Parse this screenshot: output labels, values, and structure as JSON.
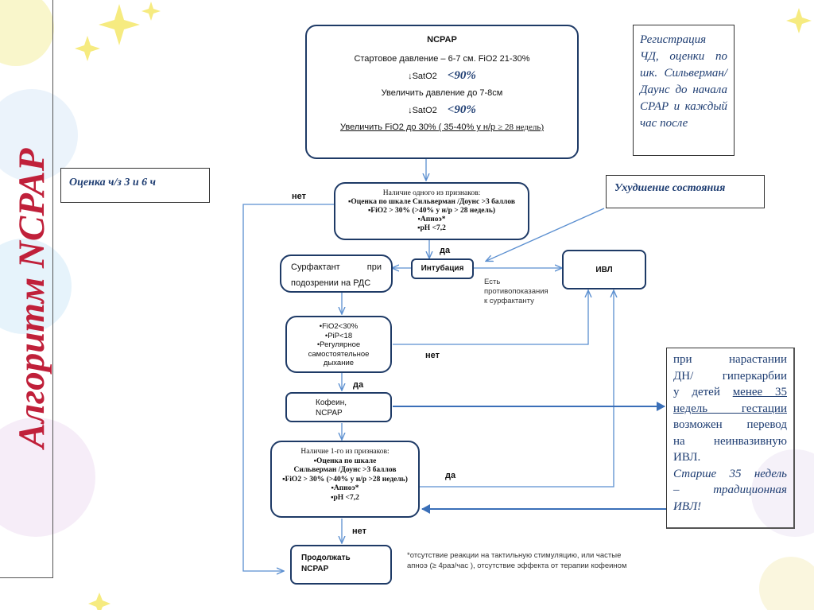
{
  "title": "Алгоритм NCPAP",
  "colors": {
    "title": "#c0203a",
    "box_border": "#1e3a66",
    "arrow": "#5b8fd0",
    "italic_text": "#1e3d72"
  },
  "assessment": "Оценка ч/з 3 и 6 ч",
  "registration": "Регистрация ЧД, оценки по шк. Сильверман/Даунс до начала СРАР и каждый час после",
  "ncpap_box": {
    "title": "NCPAP",
    "start": "Стартовое давление – 6-7 см. FiO2 21-30%",
    "sat1": "↓SatO2",
    "sat1_val": "<90%",
    "increase_pressure": "Увеличить давление до 7-8см",
    "sat2": "↓SatO2",
    "sat2_val": "<90%",
    "increase_fio2_a": "Увеличить FiO2 до 30% ( 35-40% у н/р ",
    "increase_fio2_b": "≥ 28 недель)"
  },
  "signs_box": {
    "title": "Наличие одного из признаков:",
    "item1": "▪Оценка по шкале Сильверман /Доунс >3 баллов",
    "item2": "▪FiO2 > 30% (>40% у н/р > 28 недель)",
    "item3": "▪Апноэ*",
    "item4": "▪pH <7,2"
  },
  "deterioration": "Ухудшение состояния",
  "labels": {
    "no1": "нет",
    "yes1": "да",
    "no2": "нет",
    "yes2": "да",
    "yes3": "да",
    "no3": "нет"
  },
  "surfactant": {
    "line1a": "Сурфактант",
    "line1b": "при",
    "line2": "подозрении на РДС"
  },
  "intubation": "Интубация",
  "ivl": "ИВЛ",
  "contraindication": {
    "line1": "Есть",
    "line2": "противопоказания",
    "line3": "к сурфактанту"
  },
  "criteria_box": {
    "line1": "•FiO2<30%",
    "line2": "•PiP<18",
    "line3": "•Регулярное",
    "line4": "самостоятельное",
    "line5": "дыхание"
  },
  "caffeine": {
    "line1": "Кофеин,",
    "line2": "NCPAP"
  },
  "signs_box2": {
    "title": "Наличие 1-го из признаков:",
    "item1a": "▪Оценка по шкале",
    "item1b": "Сильверман /Доунс >3 баллов",
    "item2": "▪FiO2 > 30% (>40% у н/р >28 недель)",
    "item3": "▪Апноэ*",
    "item4": "▪pH <7,2"
  },
  "continue": {
    "line1": "Продолжать",
    "line2": "NCPAP"
  },
  "right_note": {
    "l1": "при нарастании",
    "l2": "ДН/ гиперкарбии",
    "l3a": "у детей ",
    "l3b": "менее 35",
    "l4": "недель гестации",
    "l5": "возможен перевод",
    "l6": "на неинвазивную",
    "l7": "ИВЛ.",
    "l8": "Старше 35 недель",
    "l9": "– традиционная",
    "l10": "ИВЛ!"
  },
  "footnote": {
    "line1": "*отсутствие реакции на тактильную стимуляцию, или частые",
    "line2": "апноэ (≥ 4раз/час ), отсутствие эффекта от терапии кофеином"
  }
}
